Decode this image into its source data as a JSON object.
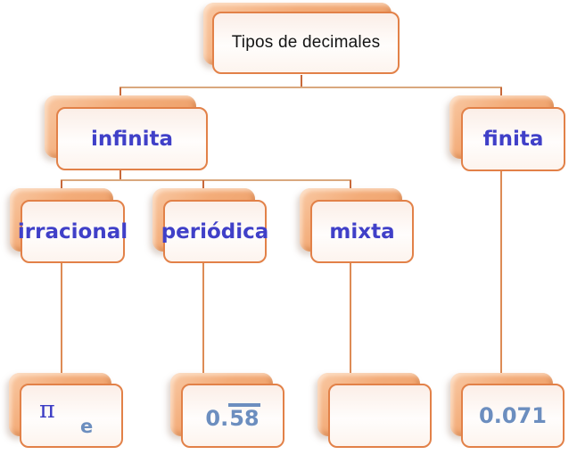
{
  "diagram": {
    "title": "Tipos de decimales",
    "level2": [
      {
        "id": "infinita",
        "label": "infinita"
      },
      {
        "id": "finita",
        "label": "finita"
      }
    ],
    "level3": [
      {
        "id": "irracional",
        "label": "irracional"
      },
      {
        "id": "periodica",
        "label": "periódica"
      },
      {
        "id": "mixta",
        "label": "mixta"
      }
    ],
    "examples": {
      "irracional": {
        "pi": "π",
        "e": "e"
      },
      "periodica": {
        "prefix": "0.",
        "repeating": "58"
      },
      "mixta": "",
      "finita": "0.071"
    },
    "colors": {
      "label_blue": "#4040c8",
      "example_blue": "#6c8ebf",
      "box_border_orange": "#e28148",
      "shadow_orange": "#f3ac79",
      "connector_tan": "#d9a87e",
      "connector_orange": "#dd8b55"
    }
  }
}
